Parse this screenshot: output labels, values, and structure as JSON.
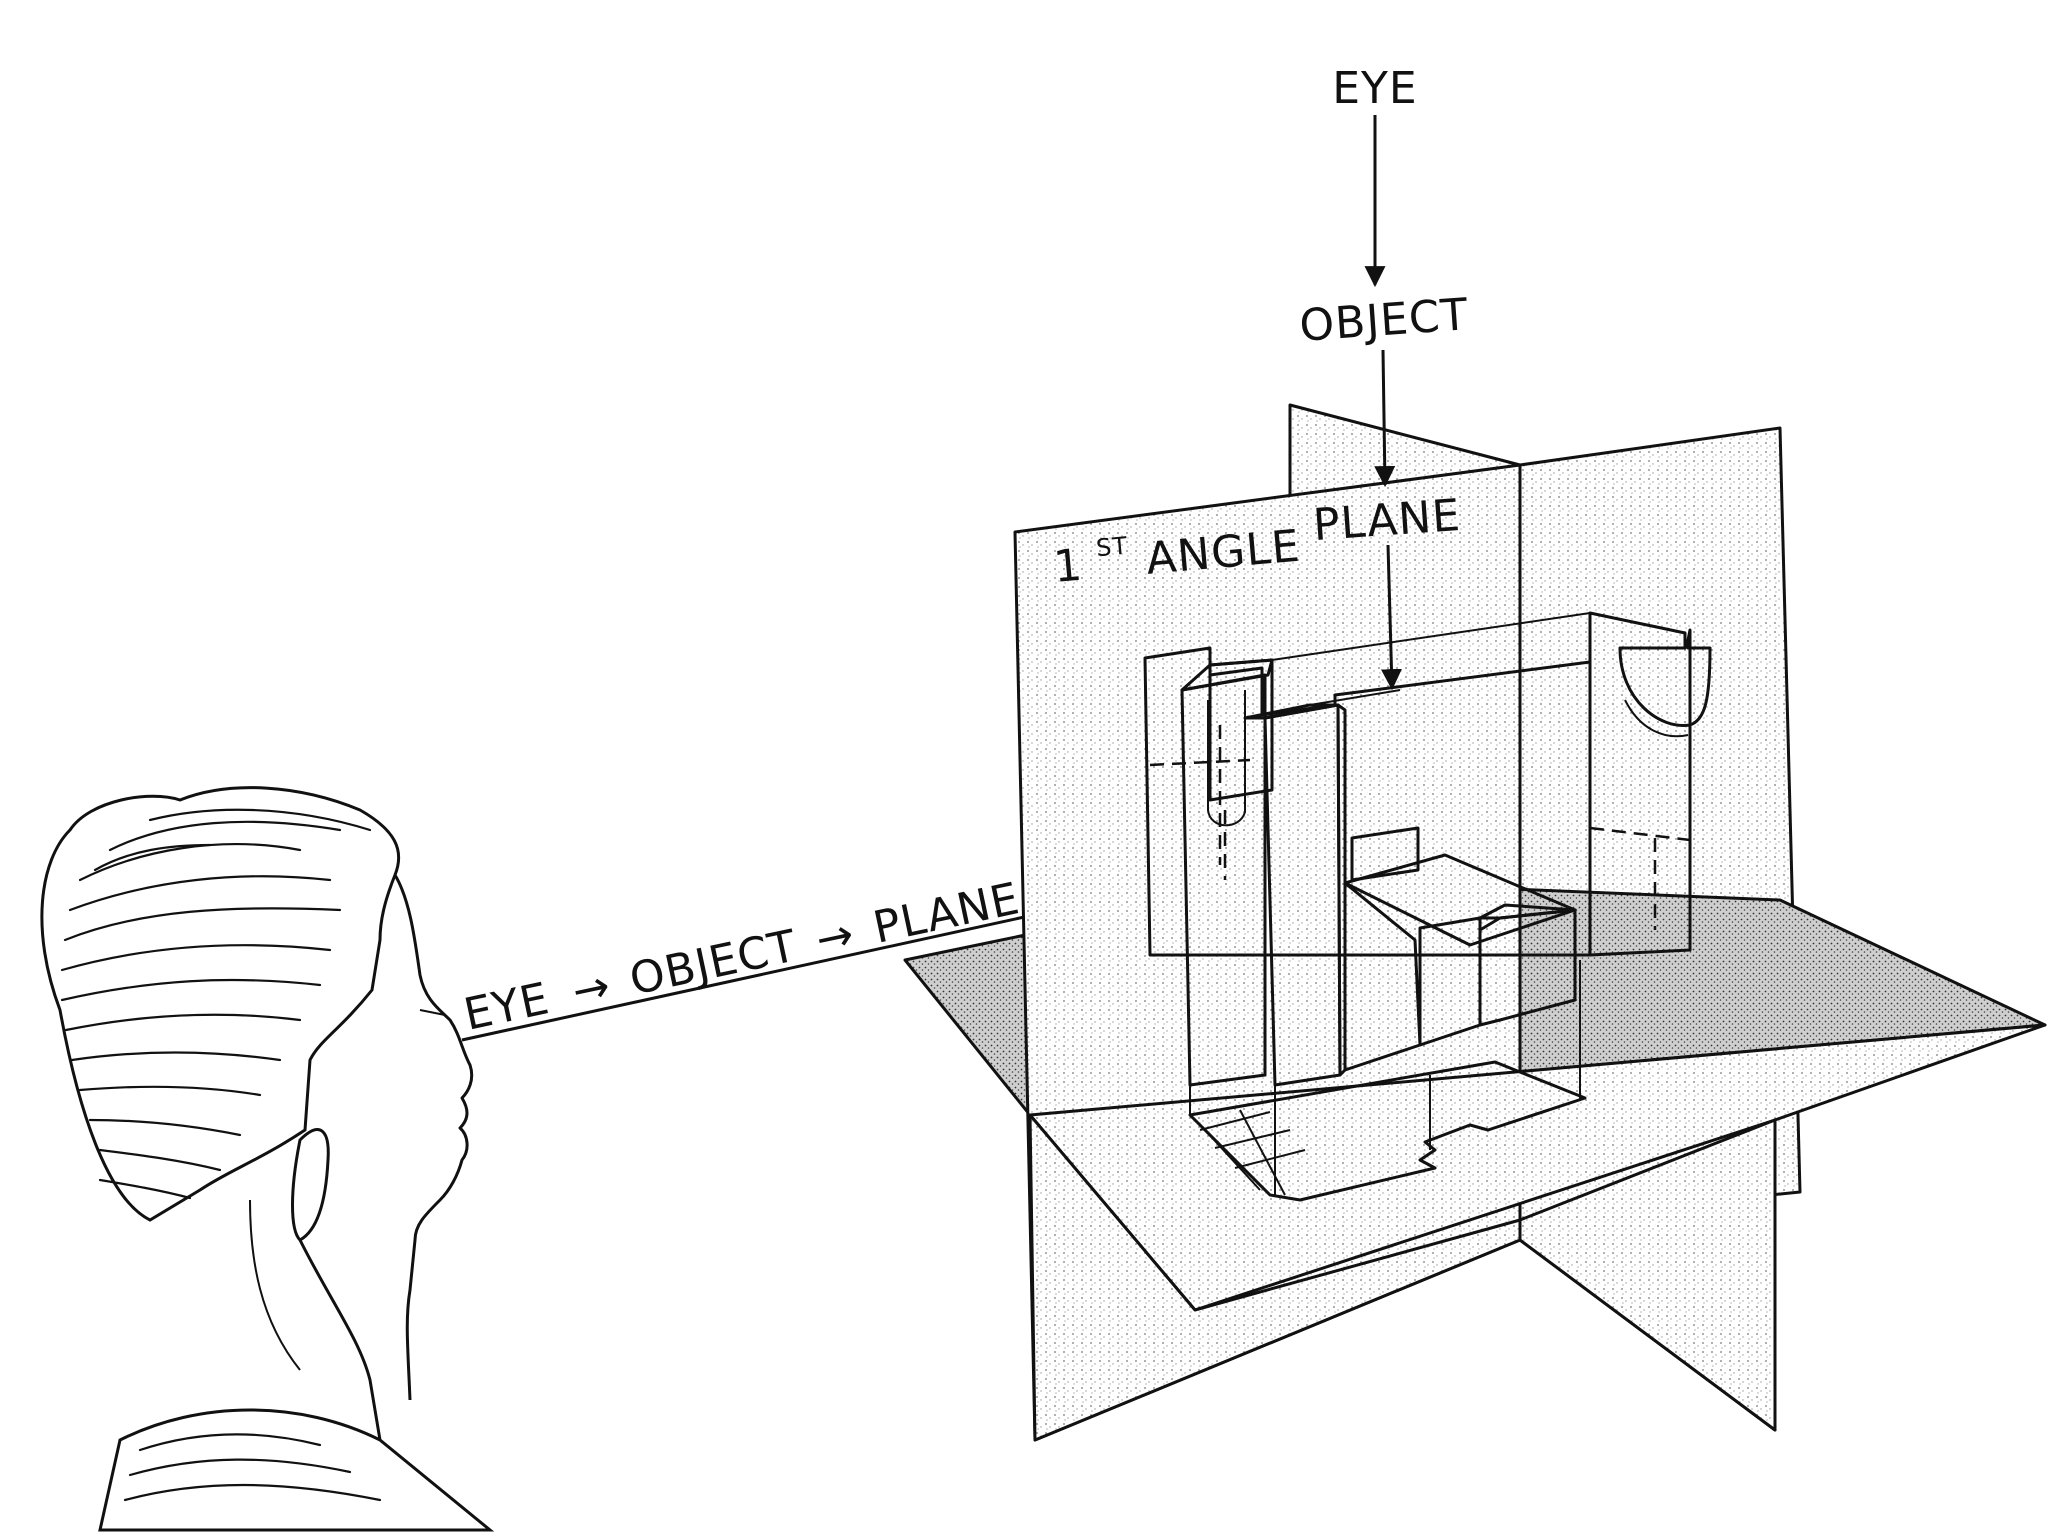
{
  "labels": {
    "top_eye": "EYE",
    "top_object": "OBJECT",
    "top_plane": "PLANE",
    "angle_prefix": "1",
    "angle_superscript": "ST",
    "angle_word": "ANGLE",
    "sight_eye": "EYE",
    "sight_object": "OBJECT",
    "sight_plane": "PLANE"
  },
  "colors": {
    "ink": "#111111",
    "paper": "#ffffff",
    "stipple": "#9a9a9a"
  }
}
